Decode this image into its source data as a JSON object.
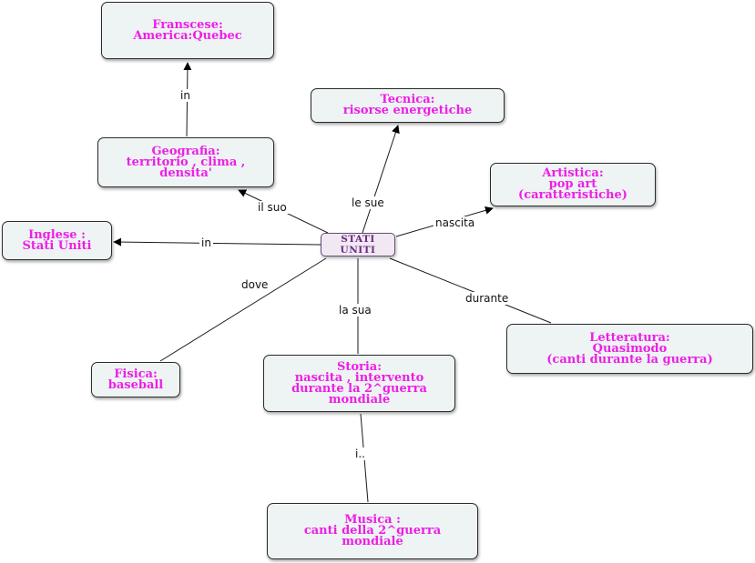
{
  "center": {
    "label": "STATI UNITI"
  },
  "nodes": {
    "franscese": "Franscese:\nAmerica:Quebec",
    "geografia": "Geografia:\nterritorio , clima ,\ndensita'",
    "tecnica": "Tecnica:\nrisorse energetiche",
    "artistica": "Artistica:\npop art\n(caratteristiche)",
    "inglese": "Inglese :\nStati Uniti",
    "letteratura": "Letteratura:\nQuasimodo\n(canti durante la guerra)",
    "fisica": "Fisica:\nbaseball",
    "storia": "Storia:\nnascita , intervento\ndurante la 2^guerra\nmondiale",
    "musica": "Musica :\ncanti della 2^guerra\nmondiale"
  },
  "links": {
    "in_franscese": "in",
    "il_suo": "il suo",
    "le_sue": "le sue",
    "nascita": "nascita",
    "in_inglese": "in",
    "dove": "dove",
    "la_sua": "la sua",
    "durante": "durante",
    "i": "i.."
  },
  "colors": {
    "node_text": "#ee1ee6",
    "center_text": "#6b2a84",
    "node_fill": "#eef3f4",
    "line": "#1a1a1a"
  }
}
